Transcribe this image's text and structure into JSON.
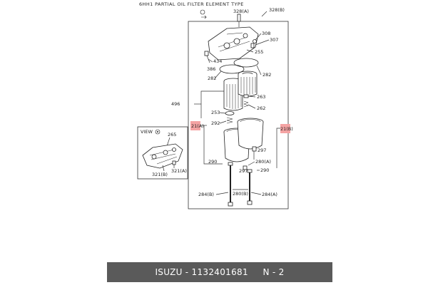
{
  "diagram": {
    "title": "6HH1 PARTIAL OIL FILTER ELEMENT TYPE",
    "view_label": "VIEW",
    "labels": {
      "p328a": "328(A)",
      "p328b": "328(B)",
      "p308": "308",
      "p307": "307",
      "p255": "255",
      "p434": "434",
      "p386": "386",
      "p282l": "282",
      "p282r": "282",
      "p263": "263",
      "p262": "262",
      "p496": "496",
      "p253": "253",
      "p292": "292",
      "p21a": "21(A)",
      "p21b": "21(B)",
      "p297a": "297",
      "p290l": "290",
      "p280a": "280(A)",
      "p297b": "297",
      "p290r": "290",
      "p284b": "284(B)",
      "p280b": "280(B)",
      "p284a": "284(A)",
      "p265": "265",
      "p321b": "321(B)",
      "p321a": "321(A)"
    },
    "highlight_color": "#f4a3a3"
  },
  "footer": {
    "brand": "ISUZU",
    "separator": " - ",
    "part_number": "1132401681",
    "page": "N - 2"
  }
}
